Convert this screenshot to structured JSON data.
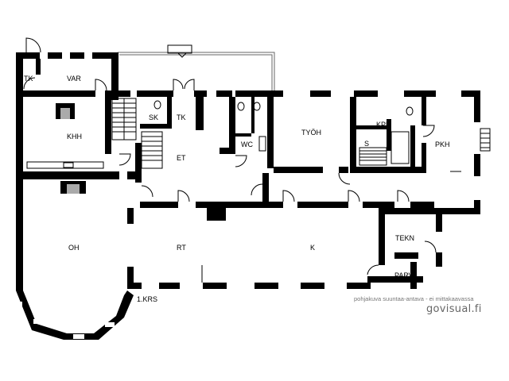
{
  "rooms": {
    "tk_top": "TK",
    "var": "VAR",
    "khh": "KHH",
    "sk": "SK",
    "tk_mid": "TK",
    "et": "ET",
    "wc": "WC",
    "tyoh": "TYÖH",
    "kph": "KPH",
    "s": "S",
    "pkh": "PKH",
    "oh": "OH",
    "rt": "RT",
    "k": "K",
    "tekn": "TEKN",
    "parv": "PARV"
  },
  "floor_label": "1.KRS",
  "disclaimer": "pohjakuva suuntaa-antava - ei mittakaavassa",
  "brand": "govisual.fi"
}
